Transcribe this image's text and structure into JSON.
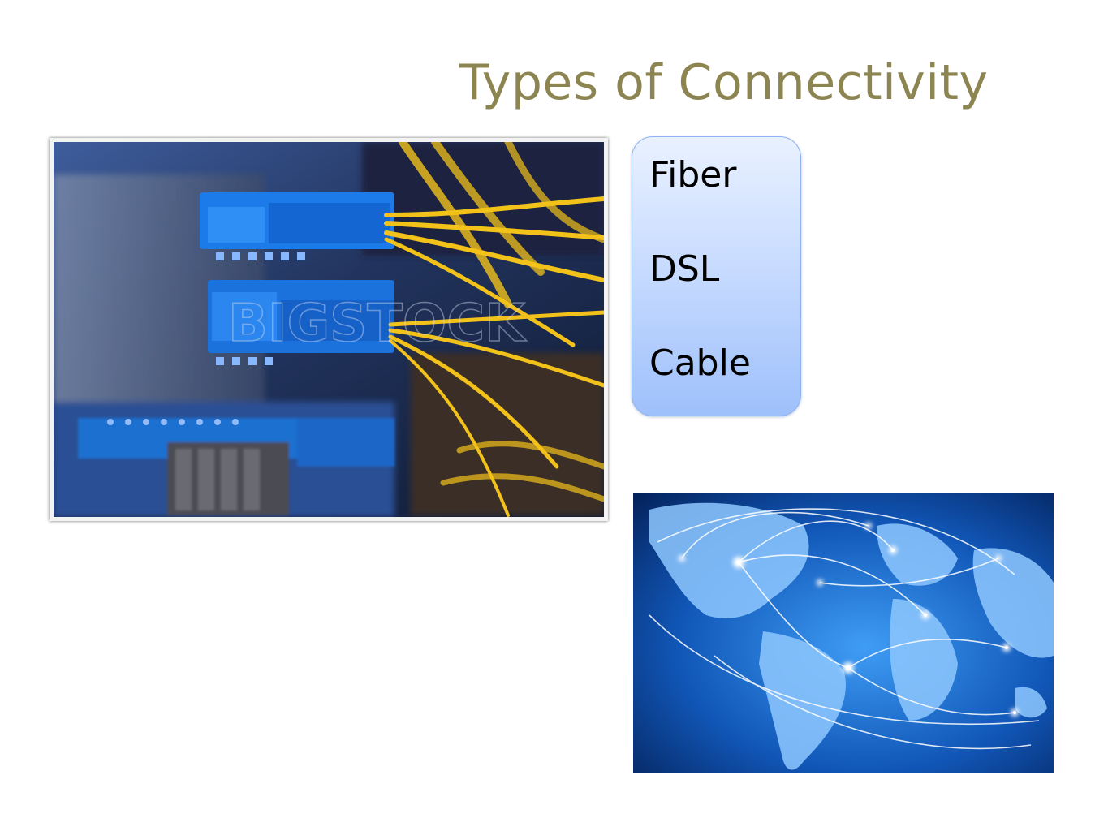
{
  "slide": {
    "title": "Types of Connectivity",
    "title_color": "#8c8552",
    "connectivity_types": [
      {
        "label": "Fiber"
      },
      {
        "label": "DSL"
      },
      {
        "label": "Cable"
      }
    ],
    "images": {
      "fiber_photo": {
        "subject": "blue fiber optic connectors with yellow cables",
        "watermark": "BIGSTOCK"
      },
      "globe_photo": {
        "subject": "glowing blue globe with network connection arcs"
      }
    }
  }
}
